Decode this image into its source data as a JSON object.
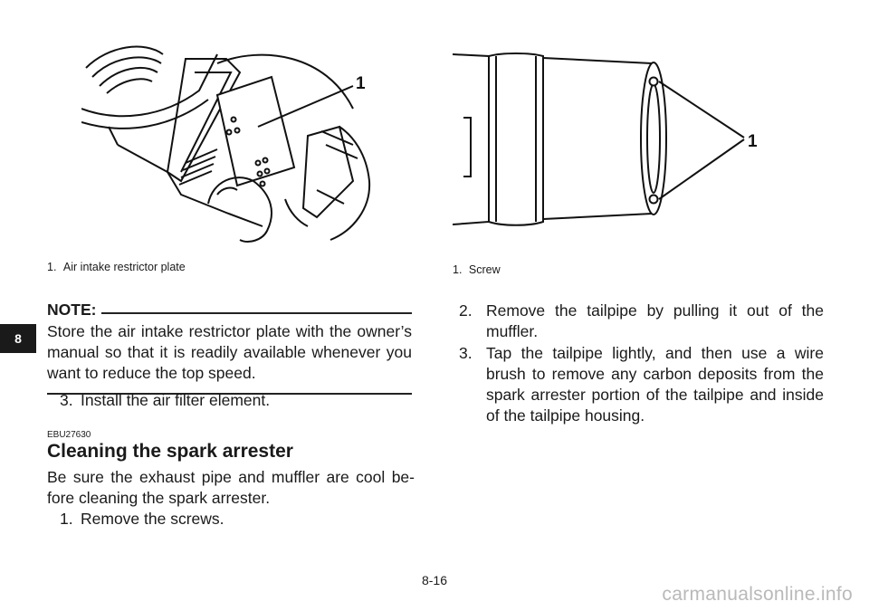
{
  "side_tab": "8",
  "left_figure": {
    "callout": "1",
    "caption_number": "1.",
    "caption_text": "Air intake restrictor plate"
  },
  "right_figure": {
    "callout": "1",
    "caption_number": "1.",
    "caption_text": "Screw"
  },
  "note": {
    "heading": "NOTE:",
    "text": "Store the air intake restrictor plate with the owner’s manual so that it is readily available whenever you want to reduce the top speed."
  },
  "left_steps": [
    {
      "num": "3.",
      "text": "Install the air filter element."
    }
  ],
  "section": {
    "code": "EBU27630",
    "title": "Cleaning the spark arrester",
    "intro": "Be sure the exhaust pipe and muffler are cool be-fore cleaning the spark arrester."
  },
  "section_steps": [
    {
      "num": "1.",
      "text": "Remove the screws."
    }
  ],
  "right_steps": [
    {
      "num": "2.",
      "text": "Remove the tailpipe by pulling it out of the muffler."
    },
    {
      "num": "3.",
      "text": "Tap the tailpipe lightly, and then use a wire brush to remove any carbon deposits from the spark arrester portion of the tailpipe and inside of the tailpipe housing."
    }
  ],
  "page_number": "8-16",
  "watermark": "carmanualsonline.info"
}
